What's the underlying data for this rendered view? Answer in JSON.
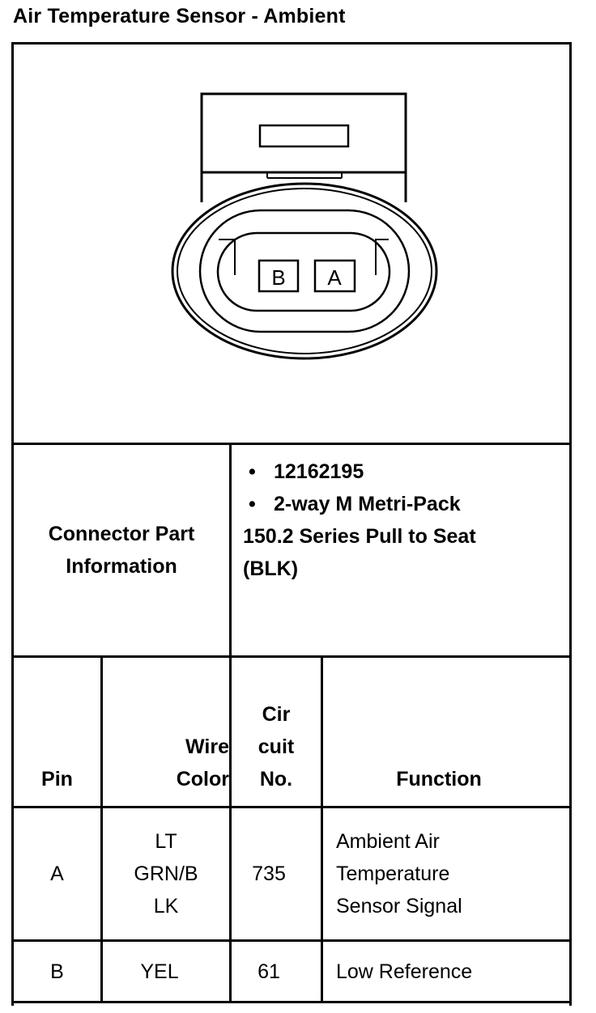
{
  "title": "Air Temperature Sensor - Ambient",
  "connector": {
    "pin_labels": [
      "B",
      "A"
    ]
  },
  "part_info": {
    "label_line1": "Connector Part",
    "label_line2": "Information",
    "bullets": [
      "12162195",
      "2-way M Metri-Pack"
    ],
    "continuation_line1": "150.2 Series Pull to Seat",
    "continuation_line2": "(BLK)"
  },
  "table": {
    "headers": {
      "pin": "Pin",
      "wire_color_1": "Wire",
      "wire_color_2": "Color",
      "circuit_1": "Cir",
      "circuit_2": "cuit",
      "circuit_3": "No.",
      "function": "Function"
    },
    "rows": [
      {
        "pin": "A",
        "wire": [
          "LT",
          "GRN/B",
          "LK"
        ],
        "circuit": "735",
        "function": [
          "Ambient Air",
          "Temperature",
          "Sensor Signal"
        ]
      },
      {
        "pin": "B",
        "wire": [
          "YEL"
        ],
        "circuit": "61",
        "function": [
          "Low Reference"
        ]
      }
    ]
  }
}
